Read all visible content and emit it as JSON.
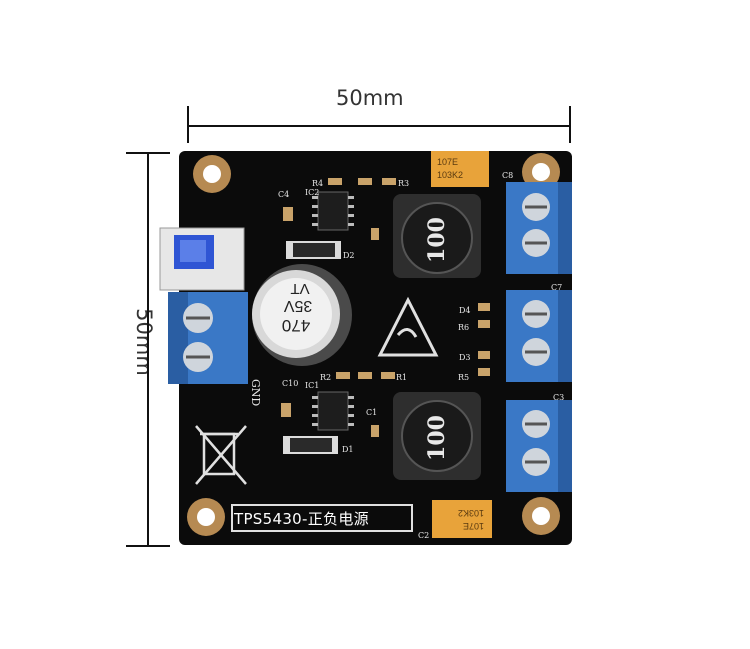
{
  "dimensions": {
    "width_label": "50mm",
    "height_label": "50mm"
  },
  "silkscreen": {
    "product": "TPS5430-正负电源",
    "gnd": "GND",
    "ic_top": "IC2",
    "ic_bottom": "IC1",
    "r4": "R4",
    "r3": "R3",
    "r1": "R1",
    "r2": "R2",
    "r5": "R5",
    "r6": "R6",
    "c2": "C2",
    "c4": "C4",
    "c8": "C8",
    "c7": "C7",
    "c3": "C3",
    "c10": "C10",
    "c1": "C1",
    "d1": "D1",
    "d2": "D2",
    "d3": "D3",
    "d4": "D4"
  },
  "components": {
    "inductor_top": "100",
    "inductor_bottom": "100",
    "capacitor_value": "470",
    "capacitor_voltage": "35V",
    "capacitor_series": "VT",
    "tantalum_top": [
      "107E",
      "103K2"
    ],
    "tantalum_bottom": [
      "107E",
      "103K2"
    ]
  },
  "colors": {
    "pcb": "#0b0b0b",
    "terminal": "#3a78c6",
    "copper_pad": "#c9a36a",
    "tantalum": "#e8a33a",
    "switch": "#2f55d4"
  }
}
